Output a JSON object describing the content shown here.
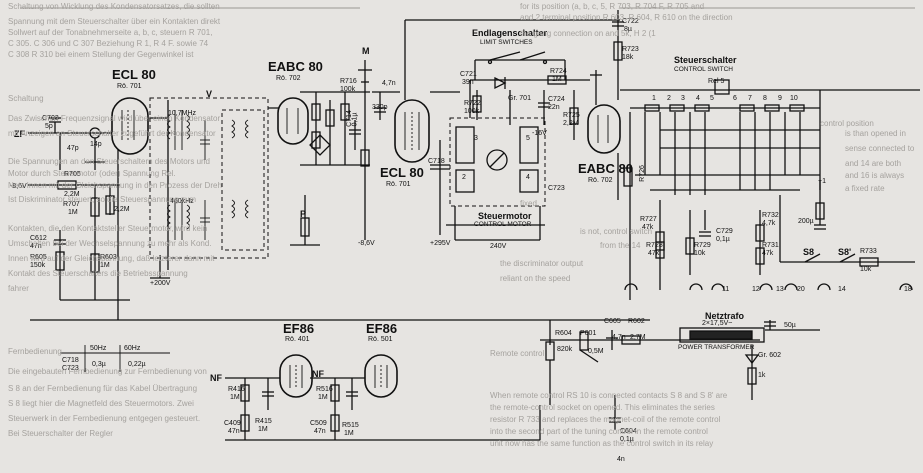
{
  "tubes": {
    "ecl80_a": {
      "name": "ECL 80",
      "ref": "Rö. 701"
    },
    "eabc80_a": {
      "name": "EABC 80",
      "ref": "Rö. 702"
    },
    "ecl80_b": {
      "name": "ECL 80",
      "ref": "Rö. 701"
    },
    "eabc80_b": {
      "name": "EABC 80",
      "ref": "Rö. 702"
    },
    "ef86_a": {
      "name": "EF86",
      "ref": "Rö. 401"
    },
    "ef86_b": {
      "name": "EF86",
      "ref": "Rö. 501"
    }
  },
  "blocks": {
    "limit_switches_de": "Endlagenschalter",
    "limit_switches_en": "LIMIT SWITCHES",
    "control_switch_de": "Steuerschalter",
    "control_switch_en": "CONTROL SWITCH",
    "control_motor_de": "Steuermotor",
    "control_motor_en": "CONTROL MOTOR",
    "power_transformer_de": "Netztrafo",
    "power_transformer_en": "POWER TRANSFORMER",
    "rel5": "Rel 5",
    "v_label": "V",
    "m_label": "M",
    "p_label": "P",
    "f1": "10,7MHz",
    "f2": "460kHz"
  },
  "components": {
    "c703": "C703",
    "c703v": "5p",
    "c47p": "47p",
    "c14p": "14p",
    "r705": "R705",
    "r705v": "2,2M",
    "r707": "R707",
    "r707v": "1M",
    "r22m": "2,2M",
    "c612": "C612",
    "c612v": "47n",
    "r605": "R605",
    "r605v": "150k",
    "r603": "R603",
    "r603v": "1M",
    "r716": "R716",
    "r716v": "100k",
    "c47n": "4,7n",
    "c714": "C714",
    "c714v": "0,1µ",
    "c330p": "330p",
    "c718": "C718",
    "c722": "C722",
    "c722v": "8µ",
    "r723": "R723",
    "r723v": "18k",
    "c721": "C721",
    "c721v": "39n",
    "r722": "R722",
    "r722v": "100k",
    "gr701": "Gr. 701",
    "r724": "R724",
    "r724v": "1M",
    "c724": "C724",
    "c724v": "22n",
    "r725": "R725",
    "r725v": "2,2M",
    "v16": "-16V",
    "v295": "+295V",
    "v240": "240V",
    "v200": "+200V",
    "v86": "-8,6V",
    "v86b": "-8,6V",
    "c723": "C723",
    "r726": "R726",
    "r726v": "4,7k",
    "r727": "R727",
    "r727v": "47k",
    "r728": "R728",
    "r728v": "47k",
    "r729": "R729",
    "r729v": "10k",
    "c729": "C729",
    "c729v": "0,1µ",
    "r732": "R732",
    "r732v": "4,7k",
    "r731": "R731",
    "r731v": "47k",
    "r733": "R733",
    "r733v": "10k",
    "c200": "200µ",
    "s8": "S8",
    "s8b": "S8'",
    "plus1": "+1",
    "r604": "R604",
    "r604v": "820k",
    "p601": "P601",
    "p601v": "0,5M",
    "c605": "C605",
    "c605v": "4,7n",
    "r602": "R602",
    "r602v": "2,7M",
    "c50": "50µ",
    "gr602": "Gr. 602",
    "r1k": "1k",
    "tr": "2×17,5V~",
    "c604": "C604",
    "c604v": "0,1µ",
    "c4n": "4n",
    "r416": "R416",
    "r416v": "1M",
    "r415": "R415",
    "r415v": "1M",
    "c409": "C409",
    "c409v": "47n",
    "r516": "R516",
    "r516v": "1M",
    "r515": "R515",
    "r515v": "1M",
    "c509": "C509",
    "c509v": "47n",
    "nf1": "NF",
    "nf2": "NF",
    "zf": "ZF"
  },
  "sw_numbers": [
    "1",
    "2",
    "3",
    "4",
    "5",
    "6",
    "7",
    "8",
    "9",
    "10"
  ],
  "terminals": [
    "11",
    "12",
    "13",
    "14",
    "18",
    "20",
    "2",
    "3",
    "4",
    "5"
  ],
  "table": {
    "h1": "50Hz",
    "h2": "60Hz",
    "r1": "C718",
    "r2": "C723",
    "v1": "0,3µ",
    "v2": "0,22µ"
  },
  "ghost_text_left": [
    "Schaltung von Wicklung des Kondensatorsatzes, die sollten",
    "Spannung mit dem Steuerschalter über ein Kontakten direkt",
    "Sollwert auf der Tonabnehmerseite a, b, c, steuern R 701,",
    "C 305. C 306 und C 307 Beziehung R 1, R 4 F. sowie 74",
    "C 308 R 310 bei einem Stellung der Gegenwinkel ist",
    "Schaltung",
    "Das Zwischen-Frequenzsignal wird über einen Kondensator",
    "mit Anzeigen an Steuerschalter zugeführt der Kondensator",
    "Die Spannungen an den Steuerschaltern des Motors und",
    "Motor durch Steuermotor (oder) Spannung Rel.",
    "Netz Innen mit der Gleichspannung in den Prozess der Dreh",
    "Ist Diskriminator steuert, so die Steuerspannung zum",
    "Kontakten, die den Kontaktsteller Steuermotor, wird kein",
    "Umschalten bei der Wechselspannung zu mehr als Kond.",
    "Innen wird auf der Gleichspannung, daß letzterer dann mit",
    "Kontakt des Steuerschalters die Betriebsspannung",
    "fahrer",
    "Fernbedienung",
    "Die eingebauten Fernbedienung zur Fernbedienung von",
    "S 8 an der Fernbedienung für das Kabel Übertragung",
    "S 8 liegt hier die Magnetfeld des Steuermotors. Zwei",
    "Steuerwerk in der Fernbedienung entgegen gesteuert.",
    "Bei Steuerschalter der Regler"
  ],
  "ghost_text_right": [
    "for its position (a, b, c, 5, R 703, R 704 F, R 705 and",
    "and 2 terminal position R 603, R 604, R 610 on the direction",
    "the gang connection on and 5k, H 2 (1",
    "control position",
    "is than opened in",
    "sense connected to",
    "and 14 are both",
    "and 16 is always",
    "a fixed rate",
    "fixed.",
    "is not, control switch",
    "from the 14",
    "the discriminator output",
    "reliant on the speed",
    "Remote control",
    "When remote control RS 10 is connected contacts S 8 and S 8' are",
    "the remote-control socket on opened. This eliminates the series",
    "resistor R 733 and replaces the magnet-coil of the remote control",
    "into the second part of the tuning control in the remote control",
    "unit now has the same function as the control switch in its relay"
  ]
}
